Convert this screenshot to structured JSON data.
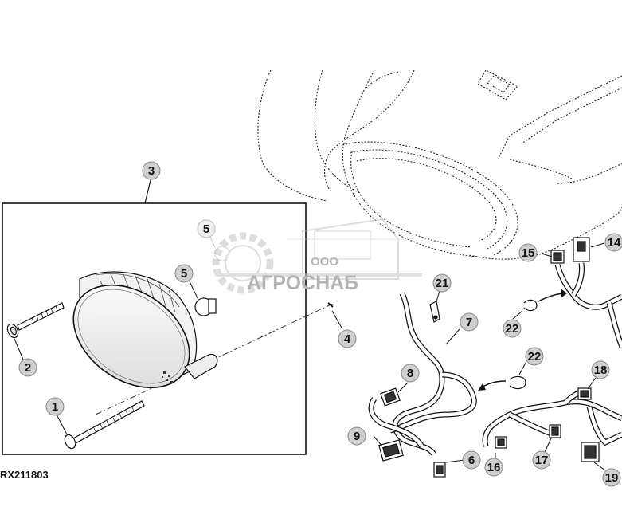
{
  "callouts": [
    "1",
    "2",
    "3",
    "4",
    "5",
    "5",
    "6",
    "7",
    "8",
    "9",
    "14",
    "15",
    "16",
    "17",
    "18",
    "19",
    "21",
    "22",
    "22"
  ],
  "watermark": {
    "small": "ООО",
    "big": "АГРОСНАБ"
  },
  "figure_id": "RX211803"
}
